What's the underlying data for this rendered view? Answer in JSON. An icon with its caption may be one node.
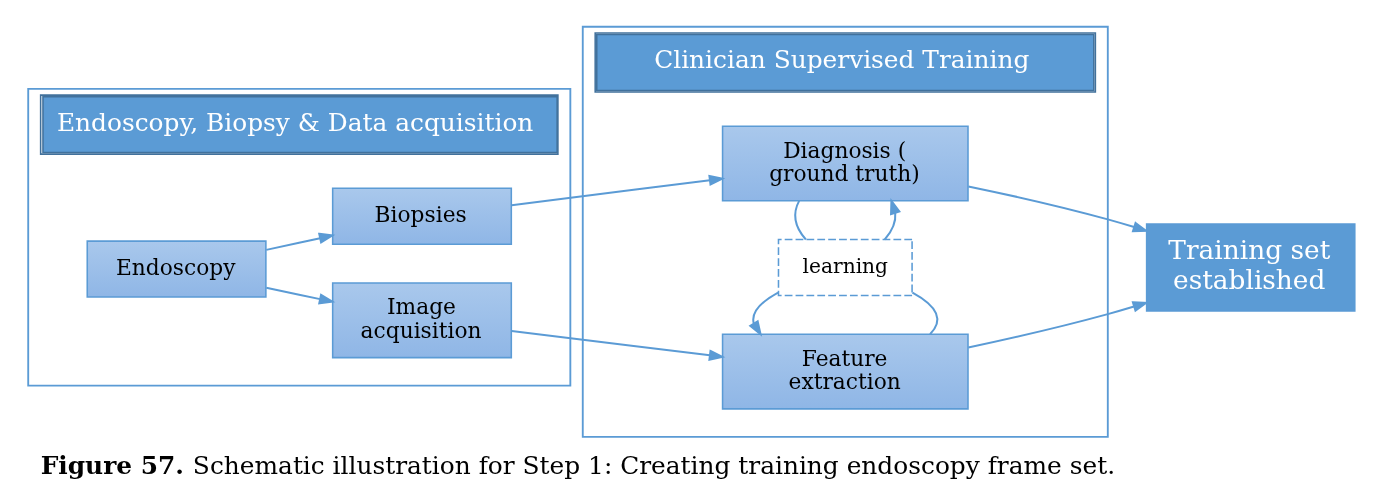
{
  "diagram": {
    "caption": "**Figure 57.** Schematic illustration for Step 1: Creating training endoscopy frame set.",
    "nodes": [
      {
        "text": [
          "Endoscopy, Biopsy & Data acquisition"
        ]
      },
      {
        "text": [
          "Endoscopy"
        ],
        "in": 0
      },
      {
        "text": [
          "Image acquisition"
        ],
        "in": 0
      },
      {
        "text": [
          "Biopsies"
        ],
        "in": 0
      },
      {
        "text": [
          "Clinician Supervised Training"
        ]
      },
      {
        "text": [
          "Feature extraction"
        ],
        "in": 4
      },
      {
        "text": [
          "learning"
        ],
        "in": 4
      },
      {
        "text": [
          "Diagnosis ( ground truth)"
        ],
        "in": 4
      },
      {
        "text": [
          "Training set established"
        ]
      }
    ],
    "edges": [
      {
        "from": 1,
        "to": 2,
        "arrow": "to"
      },
      {
        "from": 1,
        "to": 3,
        "arrow": "to"
      },
      {
        "from": 2,
        "to": 5,
        "arrow": "to"
      },
      {
        "from": 3,
        "to": 7,
        "arrow": "to"
      },
      {
        "from": 5,
        "to": 8,
        "arrow": "to"
      },
      {
        "from": 7,
        "to": 8,
        "arrow": "to"
      },
      {
        "from": 5,
        "to": 6,
        "arrow": "none"
      },
      {
        "from": 6,
        "to": 5,
        "arrow": "to"
      },
      {
        "from": 6,
        "to": 7,
        "arrow": "to"
      },
      {
        "from": 7,
        "to": 6,
        "arrow": "none"
      }
    ]
  }
}
